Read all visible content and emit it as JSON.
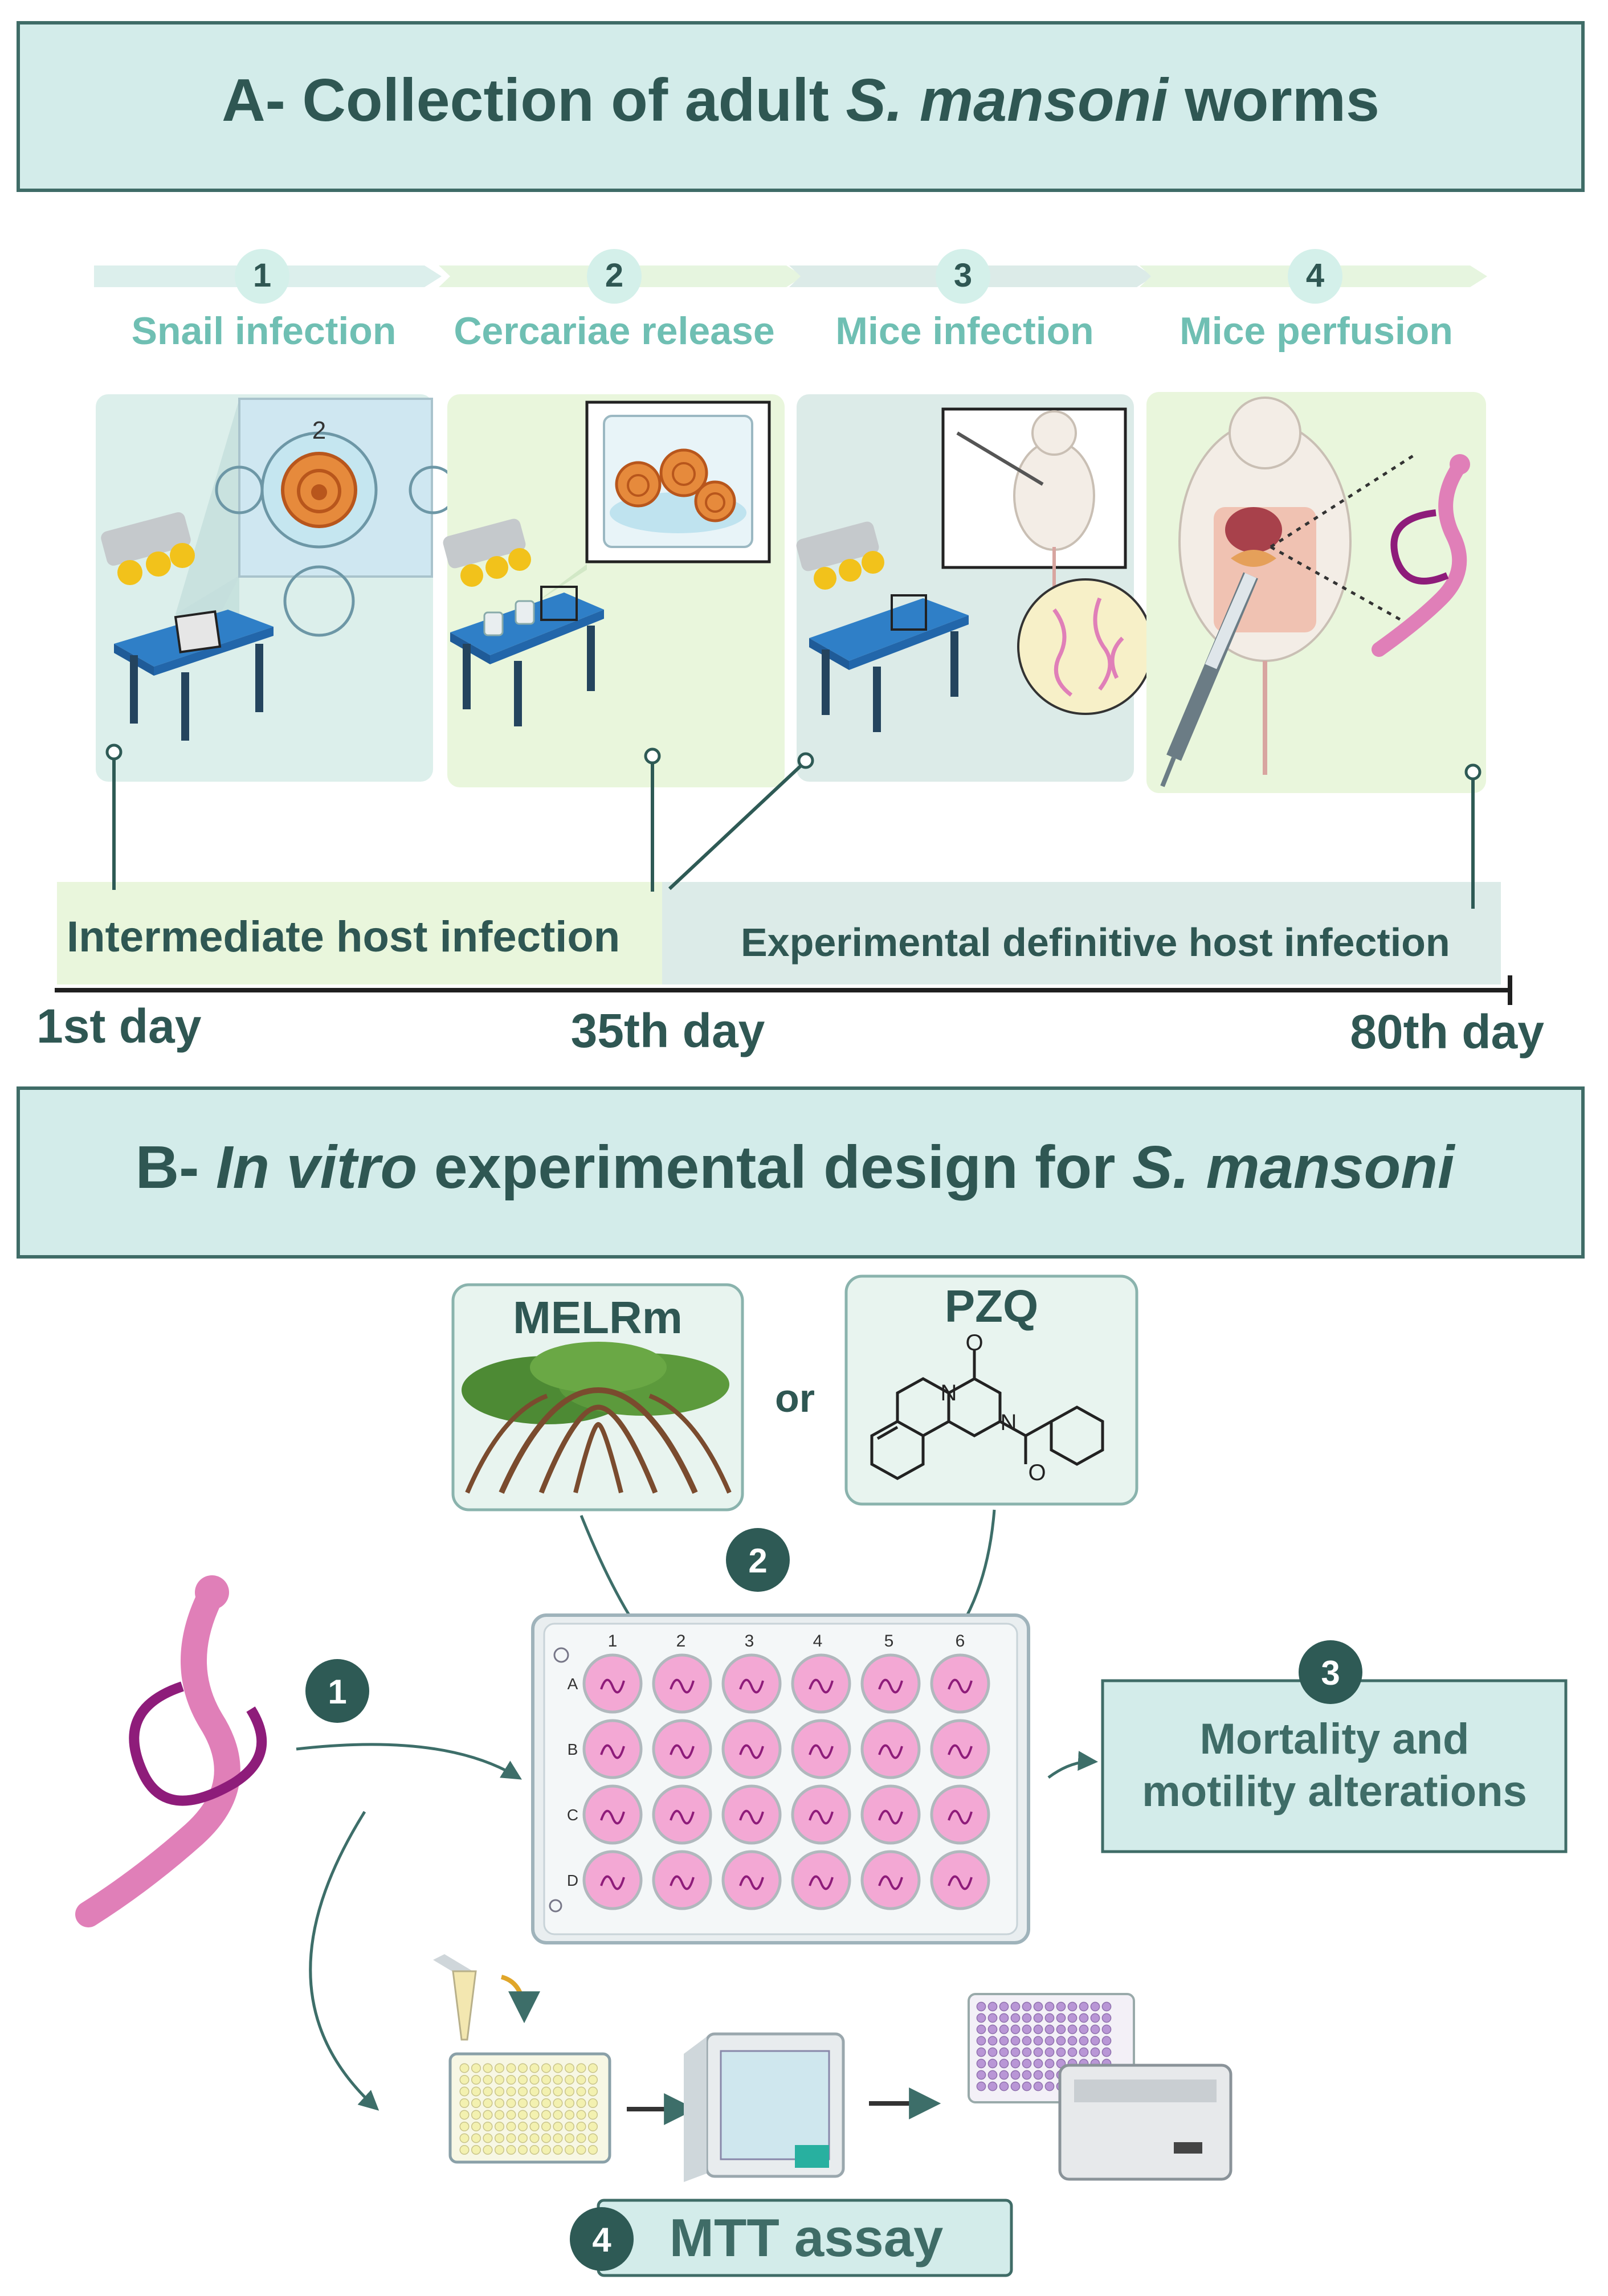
{
  "section_a": {
    "title_prefix": "A- Collection of adult ",
    "title_italic": "S. mansoni",
    "title_suffix": " worms",
    "steps": [
      {
        "number": "1",
        "label": "Snail infection"
      },
      {
        "number": "2",
        "label": "Cercariae release"
      },
      {
        "number": "3",
        "label": "Mice infection"
      },
      {
        "number": "4",
        "label": "Mice perfusion"
      }
    ],
    "well_label": "2",
    "phases": {
      "intermediate": "Intermediate host infection",
      "definitive": "Experimental definitive host infection"
    },
    "timeline": {
      "start": "1st day",
      "mid": "35th day",
      "end": "80th day"
    }
  },
  "section_b": {
    "title_prefix": "B- ",
    "title_italic": "In vitro",
    "title_mid": " experimental design for ",
    "title_italic2": "S. mansoni",
    "melrm_label": "MELRm",
    "or_label": "or",
    "pzq_label": "PZQ",
    "pzq_atoms": {
      "o_top": "O",
      "n_left": "N",
      "n_right": "N",
      "o_bottom": "O"
    },
    "plate_columns": [
      "1",
      "2",
      "3",
      "4",
      "5",
      "6"
    ],
    "plate_rows": [
      "A",
      "B",
      "C",
      "D"
    ],
    "step_badges": [
      "1",
      "2",
      "3",
      "4"
    ],
    "outcome_line1": "Mortality and",
    "outcome_line2": "motility alterations",
    "assay_label": "MTT assay"
  },
  "colors": {
    "header_bg": "#d3ecea",
    "header_border": "#3f6c67",
    "title_text": "#2f5753",
    "step_text": "#6fbfb3",
    "step_circle": "#d4f0ea",
    "badge": "#2e5a55",
    "panel_green": "#e9f6dc",
    "panel_teal": "#dcefeb",
    "worm_pink": "#e07fb8",
    "worm_purple": "#8e1c7a",
    "well_pink": "#f3a8d4"
  }
}
